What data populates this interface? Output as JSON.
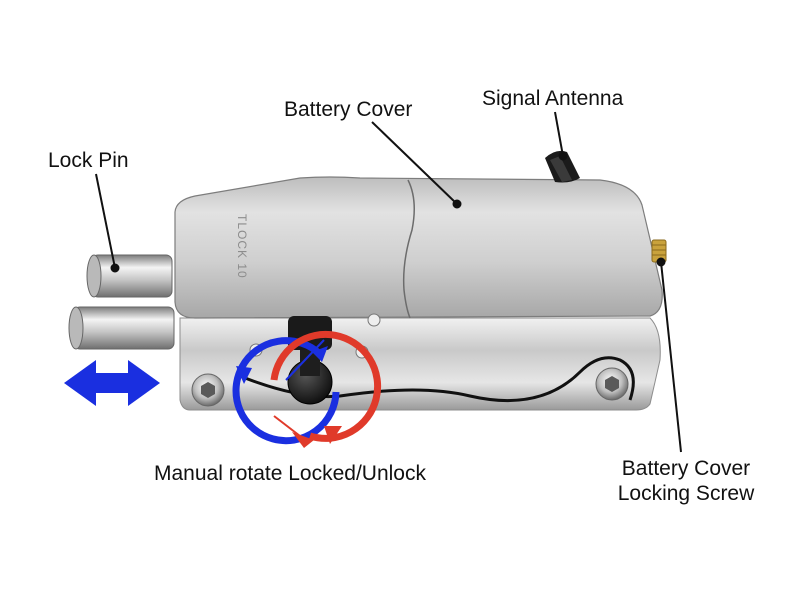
{
  "labels": {
    "lock_pin": "Lock Pin",
    "battery_cover": "Battery Cover",
    "signal_antenna": "Signal Antenna",
    "manual_rotate": "Manual rotate Locked/Unlock",
    "screw_line1": "Battery Cover",
    "screw_line2": "Locking Screw"
  },
  "colors": {
    "arrow_blue": "#1a2fe0",
    "arrow_red": "#e03a2a",
    "leader_line": "#111111",
    "metal_light": "#d9d9d9",
    "metal_dark": "#8a8a8a"
  },
  "device_engraving": "TLOCK"
}
